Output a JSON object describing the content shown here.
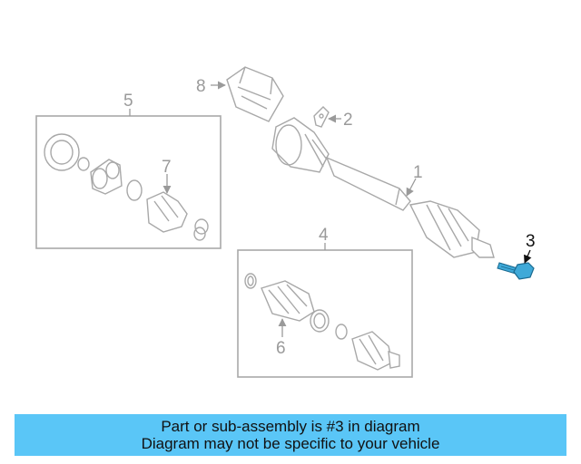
{
  "diagram": {
    "callouts": {
      "c1": "1",
      "c2": "2",
      "c3": "3",
      "c4": "4",
      "c5": "5",
      "c6": "6",
      "c7": "7",
      "c8": "8"
    },
    "highlighted_part": "3",
    "highlight_color": "#3fa9d8"
  },
  "banner": {
    "line1": "Part or sub-assembly is #3 in diagram",
    "line2": "Diagram may not be specific to your vehicle",
    "background": "#5ac6f7"
  }
}
